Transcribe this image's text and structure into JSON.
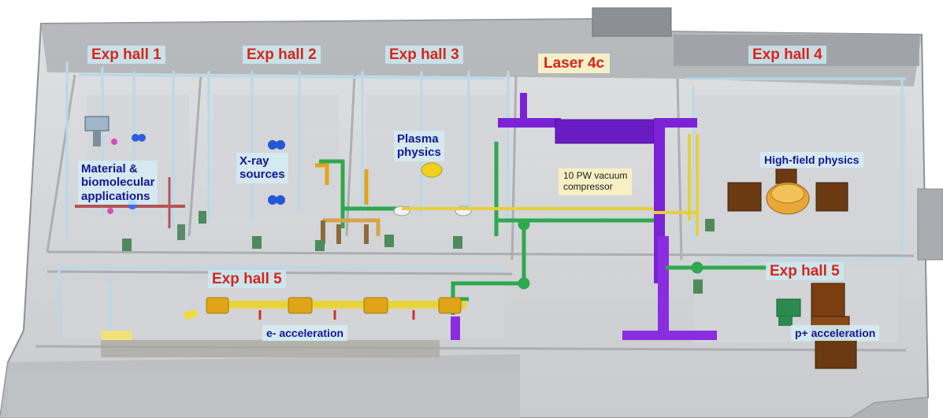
{
  "labels": {
    "exp_hall_1": "Exp hall 1",
    "exp_hall_2": "Exp hall 2",
    "exp_hall_3": "Exp hall 3",
    "laser_4c": "Laser 4c",
    "exp_hall_4": "Exp hall 4",
    "exp_hall_5_left": "Exp hall 5",
    "exp_hall_5_right": "Exp hall 5"
  },
  "areas": {
    "material_bio": [
      "Material &",
      "biomolecular",
      "applications"
    ],
    "xray_sources": [
      "X-ray",
      "sources"
    ],
    "plasma_physics": [
      "Plasma",
      "physics"
    ],
    "vacuum_compressor": [
      "10 PW vacuum",
      "compressor"
    ],
    "high_field_physics": "High-field physics",
    "e_acceleration": "e- acceleration",
    "p_acceleration": "p+ acceleration"
  },
  "colors": {
    "hall_label": "#d7261c",
    "area_label": "#16169a",
    "laser_beamline": "#7b22d6",
    "green_beamline": "#2fa84f",
    "yellow_beamline": "#e8cf3a",
    "accelerator_module": "#e0a418",
    "target_chamber": "#6b3a12"
  }
}
